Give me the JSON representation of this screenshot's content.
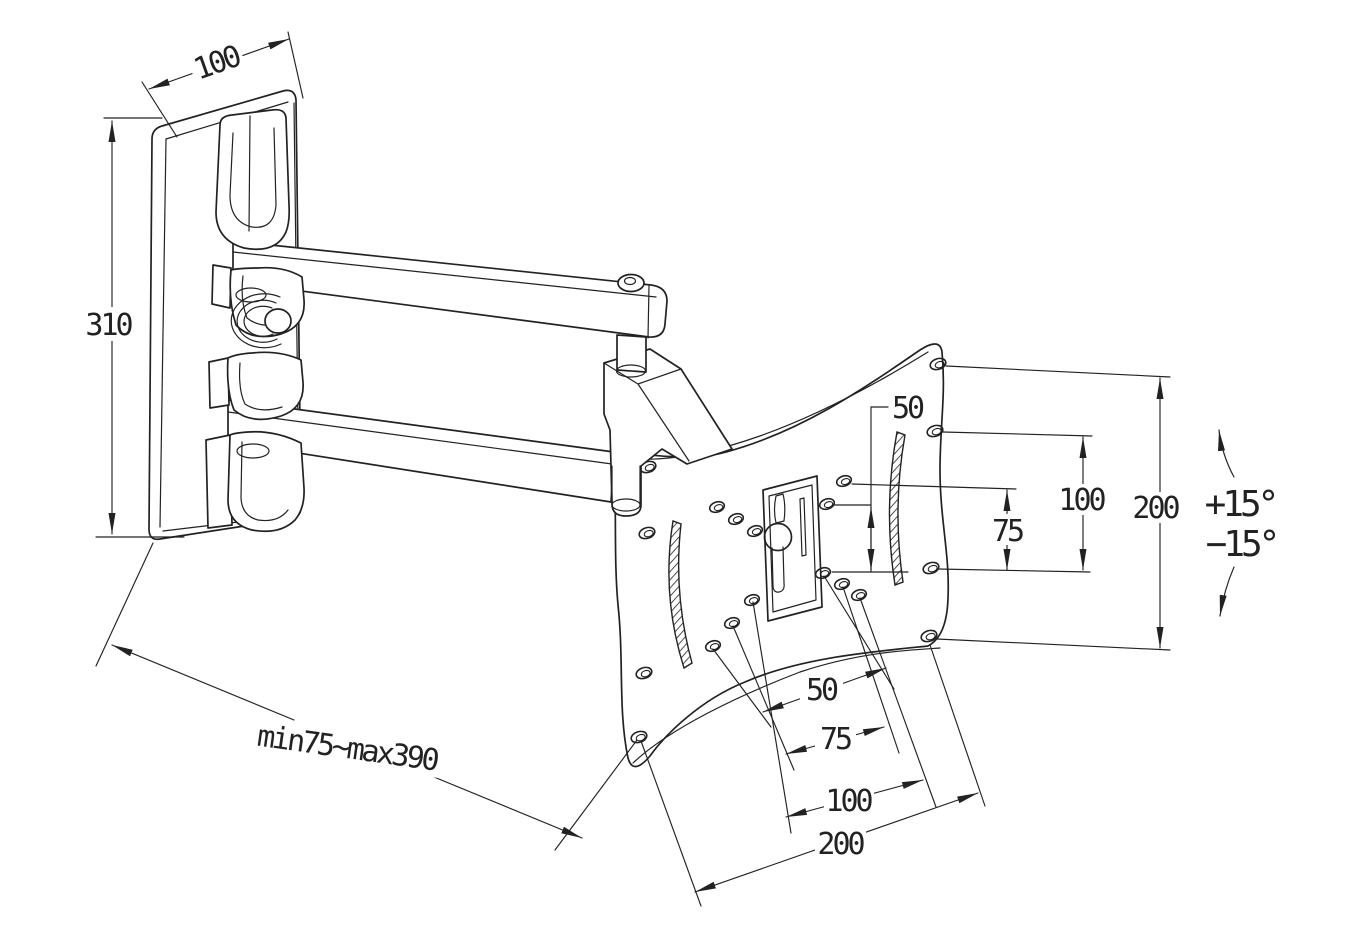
{
  "drawing": {
    "kind": "technical line drawing",
    "views": [
      "articulating wall-mount bracket with wall plate, dual extension arms and VESA screen plate"
    ],
    "dimensions": {
      "wall_plate_width": "100",
      "wall_plate_height": "310",
      "arm_extension_range": "min75~max390",
      "vesa_vertical_spacings": [
        "50",
        "75",
        "100",
        "200"
      ],
      "vesa_horizontal_spacings": [
        "50",
        "75",
        "100",
        "200"
      ],
      "tilt_range": [
        "+15°",
        "-15°"
      ]
    }
  },
  "labels": {
    "wall_plate_width": "100",
    "wall_plate_height": "310",
    "extension_range": "min75~max390",
    "vesa_v50": "50",
    "vesa_v75": "75",
    "vesa_v100": "100",
    "vesa_v200": "200",
    "vesa_h50": "50",
    "vesa_h75": "75",
    "vesa_h100": "100",
    "vesa_h200": "200",
    "tilt_up": "+15°",
    "tilt_down": "−15°"
  },
  "colors": {
    "line": "#222222",
    "background": "#ffffff"
  }
}
